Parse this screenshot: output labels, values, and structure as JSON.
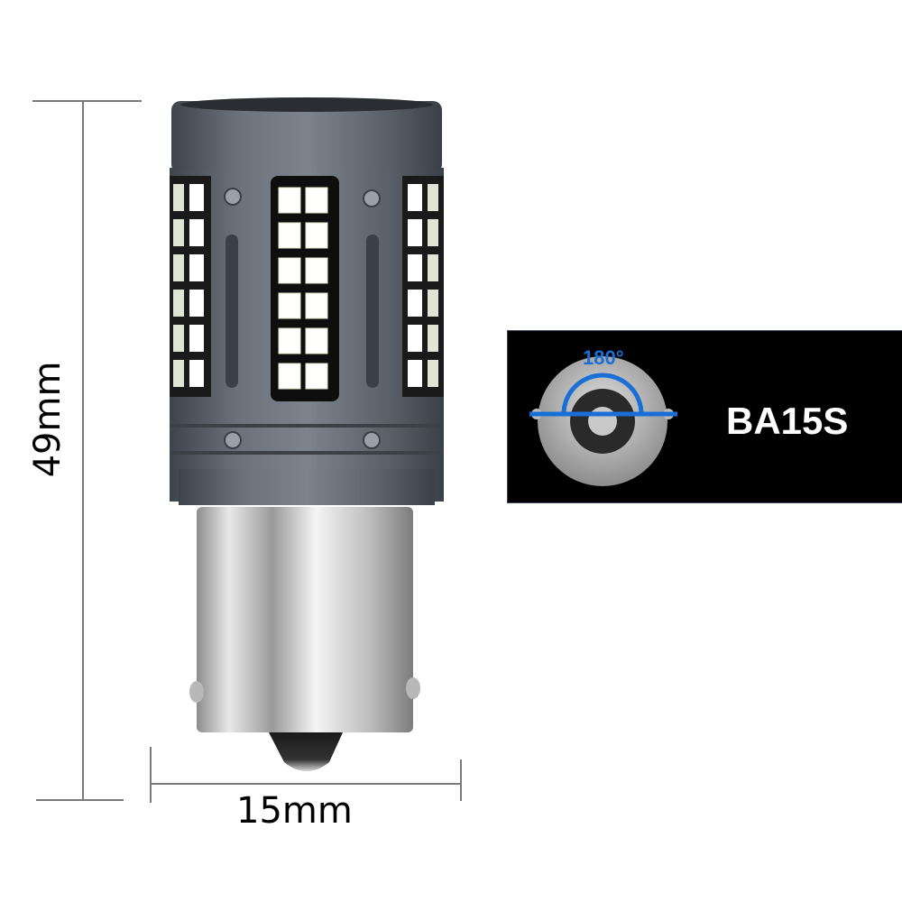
{
  "product": {
    "name": "LED bulb",
    "led_color": "#ffffff",
    "body_color": "#5f6670"
  },
  "dimensions": {
    "height_label": "49mm",
    "width_label": "15mm",
    "line_color": "#7a7a7a"
  },
  "socket_panel": {
    "model_label": "BA15S",
    "angle_label": "180°",
    "accent_color": "#1a6fd6",
    "background": "#000000"
  }
}
